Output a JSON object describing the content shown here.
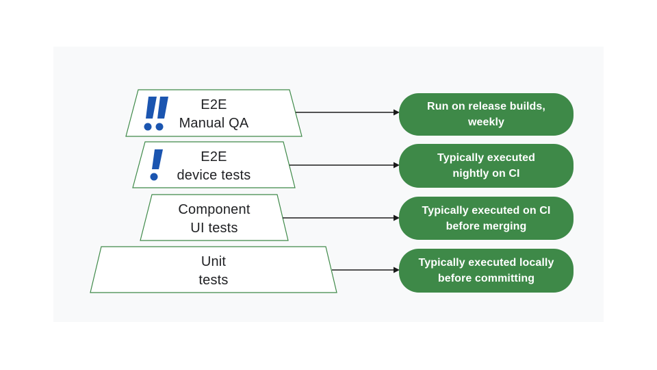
{
  "page": {
    "background": "#ffffff",
    "panel_background": "#f8f9fa"
  },
  "colors": {
    "note_box_green": "#3e8948",
    "trapezoid_border_green": "#3e8948",
    "trapezoid_fill": "#ffffff",
    "exclamation_blue": "#1b55b0",
    "arrow_black": "#1a1a1a",
    "tier_text": "#202124",
    "note_text": "#ffffff"
  },
  "icons": {
    "tier_manual_qa_badge": "double-exclamation-icon",
    "tier_device_tests_badge": "exclamation-icon"
  },
  "rows": [
    {
      "tier_line1": "E2E",
      "tier_line2": "Manual QA",
      "note_line1": "Run on release builds,",
      "note_line2": "weekly"
    },
    {
      "tier_line1": "E2E",
      "tier_line2": "device tests",
      "note_line1": "Typically executed",
      "note_line2": "nightly on CI"
    },
    {
      "tier_line1": "Component",
      "tier_line2": "UI tests",
      "note_line1": "Typically executed on CI",
      "note_line2": "before merging"
    },
    {
      "tier_line1": "Unit",
      "tier_line2": "tests",
      "note_line1": "Typically executed locally",
      "note_line2": "before committing"
    }
  ]
}
